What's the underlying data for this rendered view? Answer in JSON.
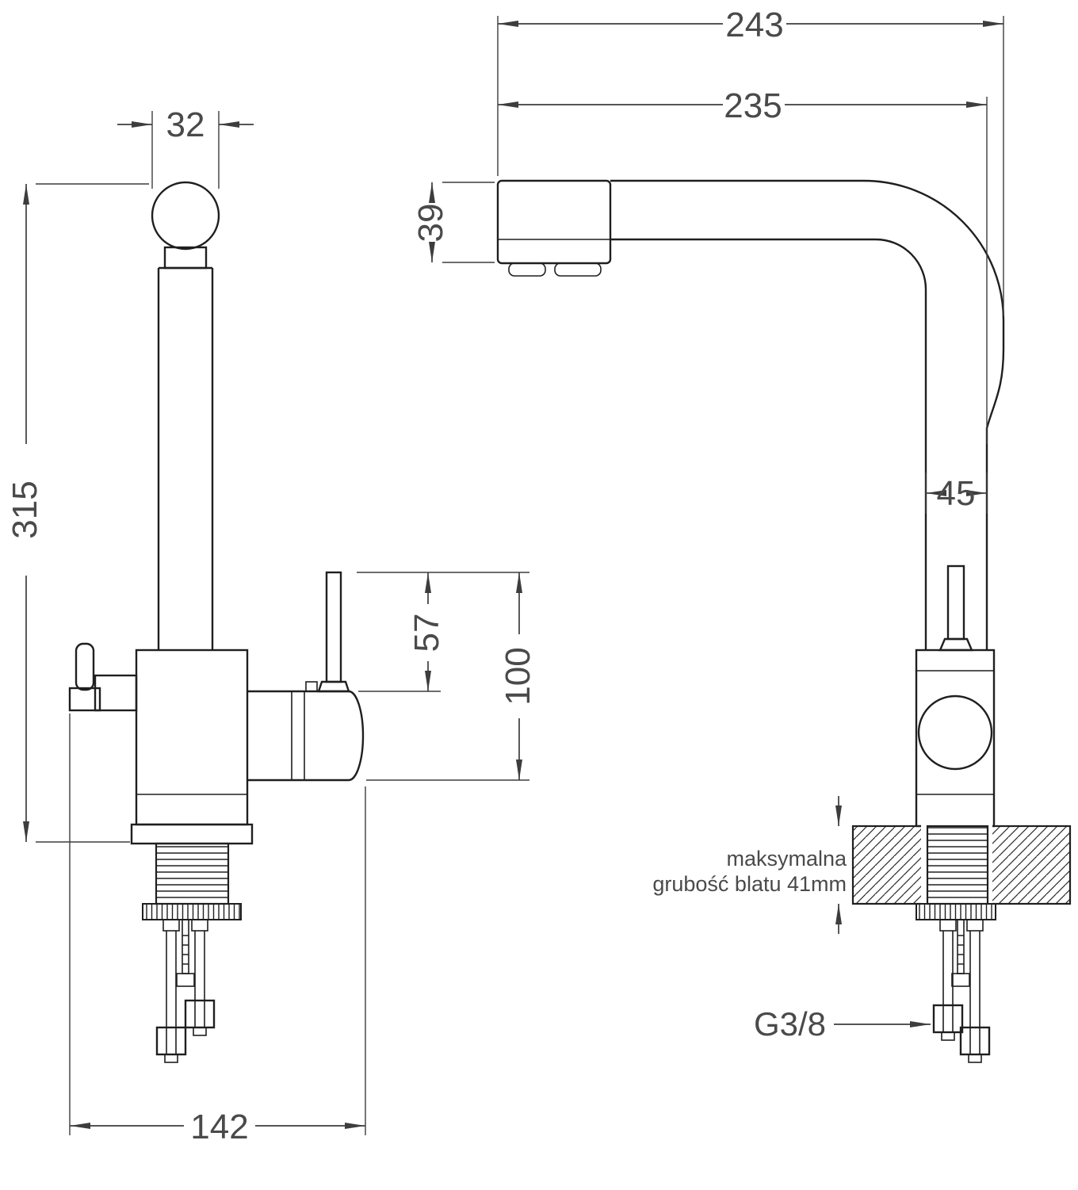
{
  "drawing": {
    "background": "#ffffff",
    "line_color": "#1f1f1f",
    "dims": {
      "d243": "243",
      "d235": "235",
      "d39": "39",
      "d32": "32",
      "d315": "315",
      "d45": "45",
      "d57": "57",
      "d100": "100",
      "d142": "142",
      "thread": "G3/8"
    },
    "note": {
      "line1": "maksymalna",
      "line2": "grubość blatu 41mm"
    }
  }
}
